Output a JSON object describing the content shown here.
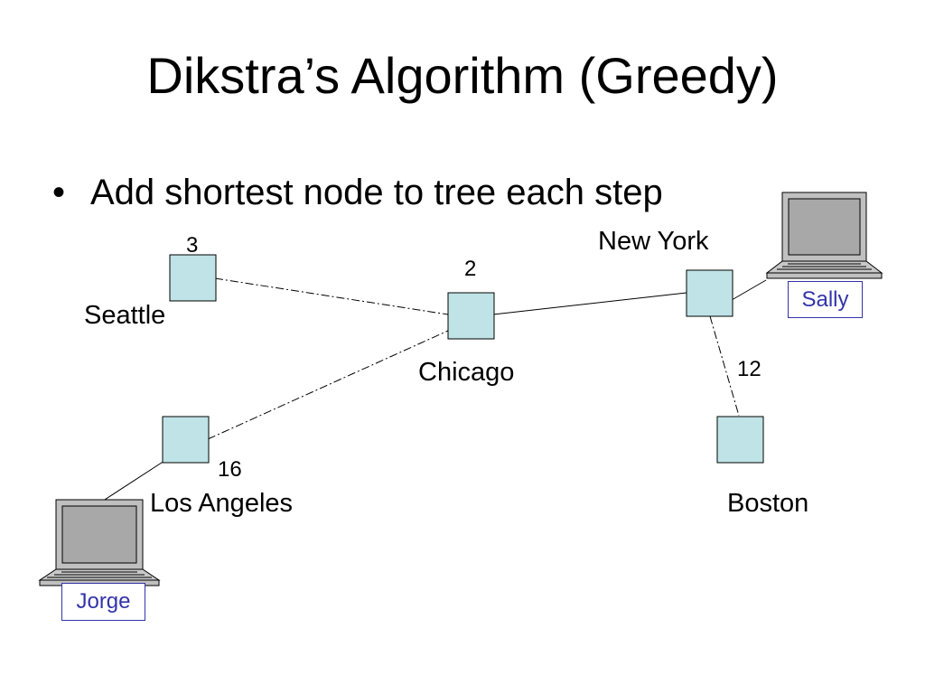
{
  "slide": {
    "title": "Dikstra’s Algorithm (Greedy)",
    "bullet": "Add shortest node to tree each step",
    "bullet_marker": "•"
  },
  "nodes": {
    "seattle": {
      "label": "Seattle",
      "weight": "3"
    },
    "chicago": {
      "label": "Chicago",
      "weight": "2"
    },
    "new_york": {
      "label": "New York"
    },
    "boston": {
      "label": "Boston",
      "weight": "12"
    },
    "los_angeles": {
      "label": "Los Angeles",
      "weight": "16"
    }
  },
  "users": {
    "sally": "Sally",
    "jorge": "Jorge"
  },
  "colors": {
    "node_fill": "#bfe3e6",
    "user_box_border": "#3333aa",
    "laptop_body": "#c0c0c0"
  }
}
